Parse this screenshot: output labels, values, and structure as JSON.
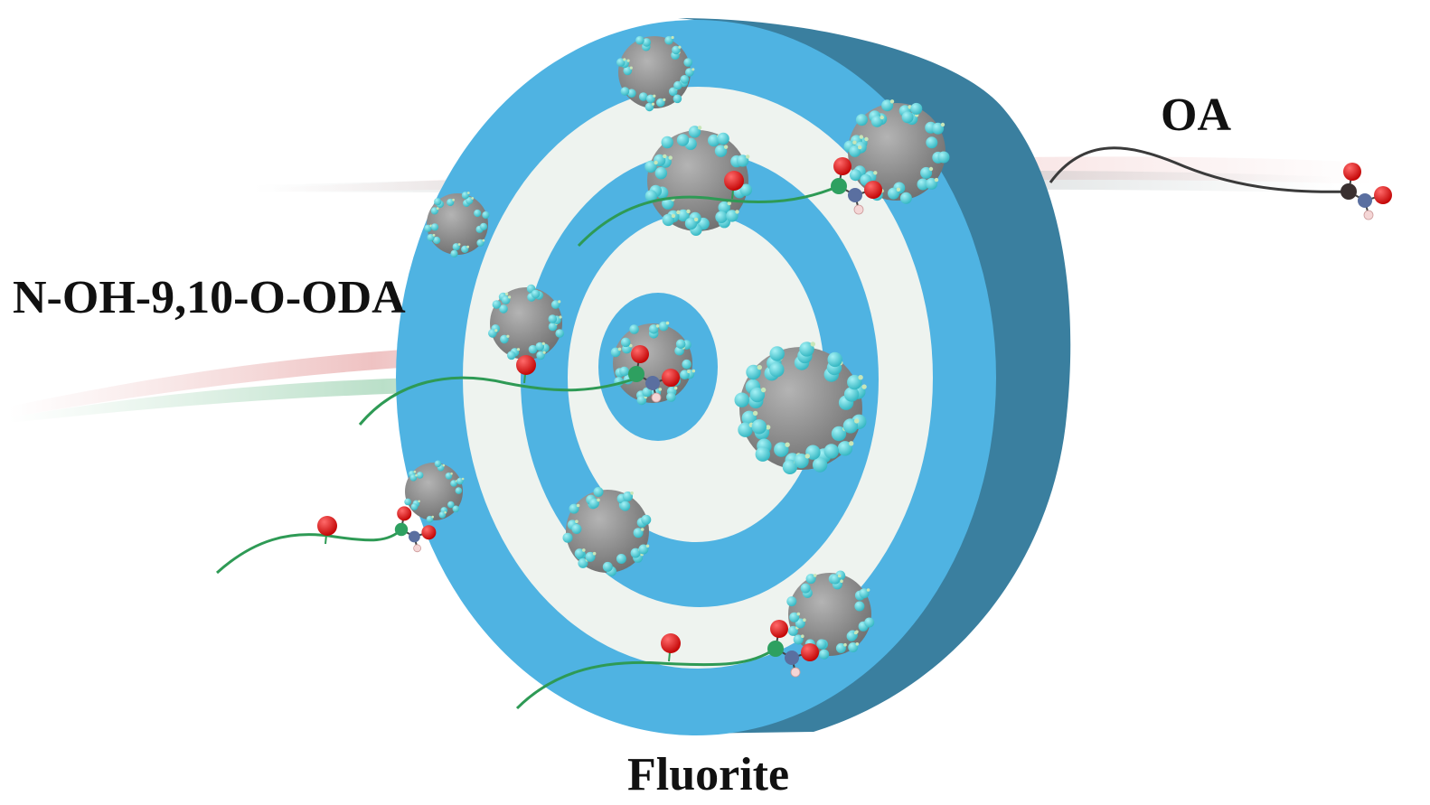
{
  "labels": {
    "oa": "OA",
    "ligand": "N-OH-9,10-O-ODA",
    "mineral": "Fluorite"
  },
  "colors": {
    "disk_face": "#4fb3e2",
    "disk_side": "#3a7f9f",
    "ring_light": "#eef3ef",
    "particle_core": "#8e8e8e",
    "particle_bead": "#4ccfd8",
    "particle_dot": "#c8e6b8",
    "ligand_chain": "#2e9a55",
    "oa_chain": "#3a3a3a",
    "oxygen": "#e00000",
    "nitrogen": "#5a6fa0",
    "hydrogen": "#f4d6d6",
    "carbon_ligand": "#2ea060",
    "carbon_oa": "#3a3030"
  }
}
